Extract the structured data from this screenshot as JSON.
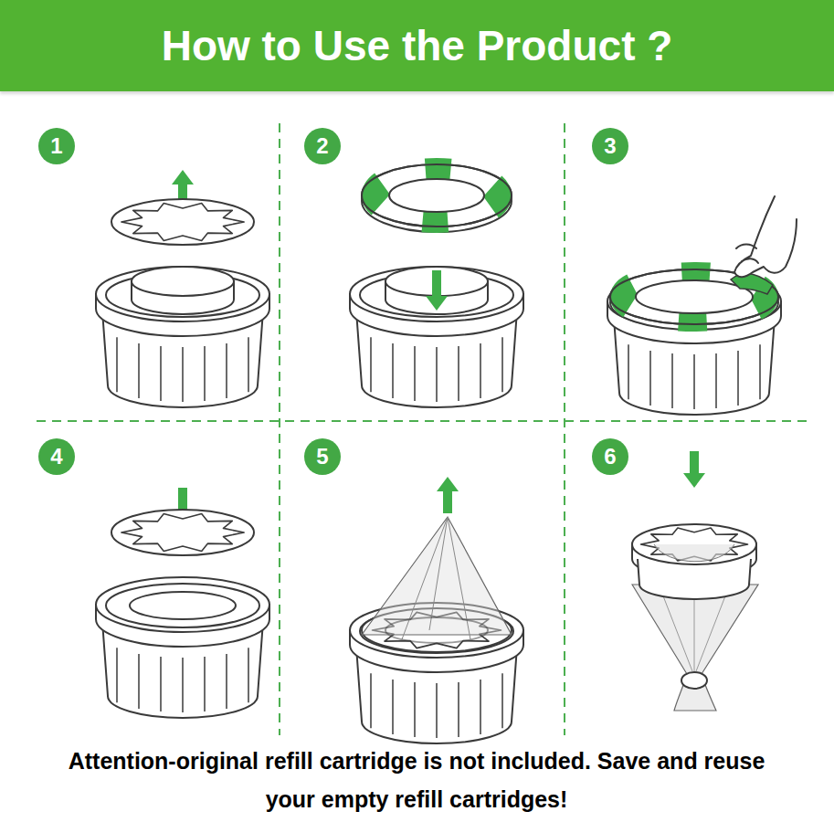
{
  "diagram": {
    "title": "How to Use the Product ?",
    "caption": "Attention-original refill cartridge is not included. Save and reuse your empty refill cartridges!",
    "nodes": [
      {
        "text": [
          "1"
        ]
      },
      {
        "text": [
          "2"
        ]
      },
      {
        "text": [
          "3"
        ]
      },
      {
        "text": [
          "4"
        ]
      },
      {
        "text": [
          "5"
        ]
      },
      {
        "text": [
          "6"
        ]
      }
    ]
  }
}
